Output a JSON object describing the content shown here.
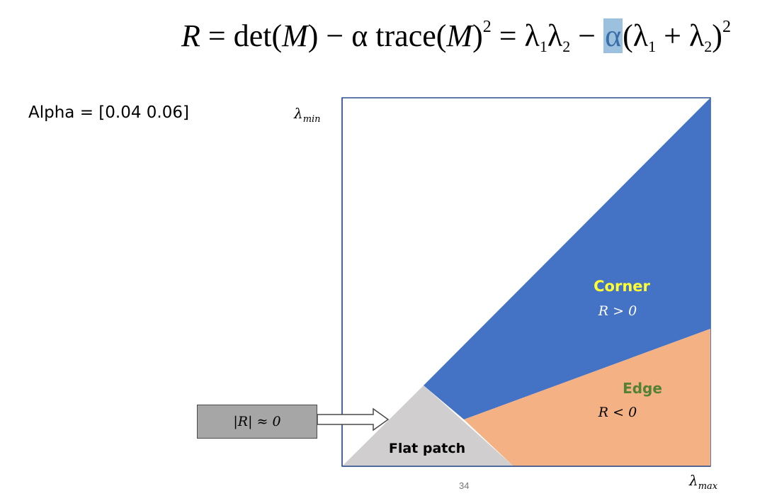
{
  "formula": {
    "R": "R",
    "eq1": " = det(",
    "M1": "M",
    "mid": ") − α trace(",
    "M2": "M",
    "close": ")",
    "sq1": "2",
    "eq2": " = λ",
    "s1": "1",
    "lam2": "λ",
    "s2": "2",
    "minus": " − ",
    "alpha": "α",
    "paren": "(λ",
    "s3": "1",
    "plus": " + λ",
    "s4": "2",
    "close2": ")",
    "sq2": "2"
  },
  "alpha_text": "Alpha = [0.04 0.06]",
  "axes": {
    "y_label": "λ",
    "y_sub": "min",
    "x_label": "λ",
    "x_sub": "max"
  },
  "regions": {
    "corner": {
      "label": "Corner",
      "condition": "R > 0",
      "label_color": "#ffff33",
      "fill": "#4472c4"
    },
    "edge": {
      "label": "Edge",
      "condition": "R < 0",
      "label_color": "#548235",
      "fill": "#f4b183"
    },
    "flat": {
      "label": "Flat patch",
      "fill": "#d0cece"
    }
  },
  "callout": {
    "text": "|R| ≈ 0",
    "fill": "#a6a6a6"
  },
  "page_number": "34"
}
